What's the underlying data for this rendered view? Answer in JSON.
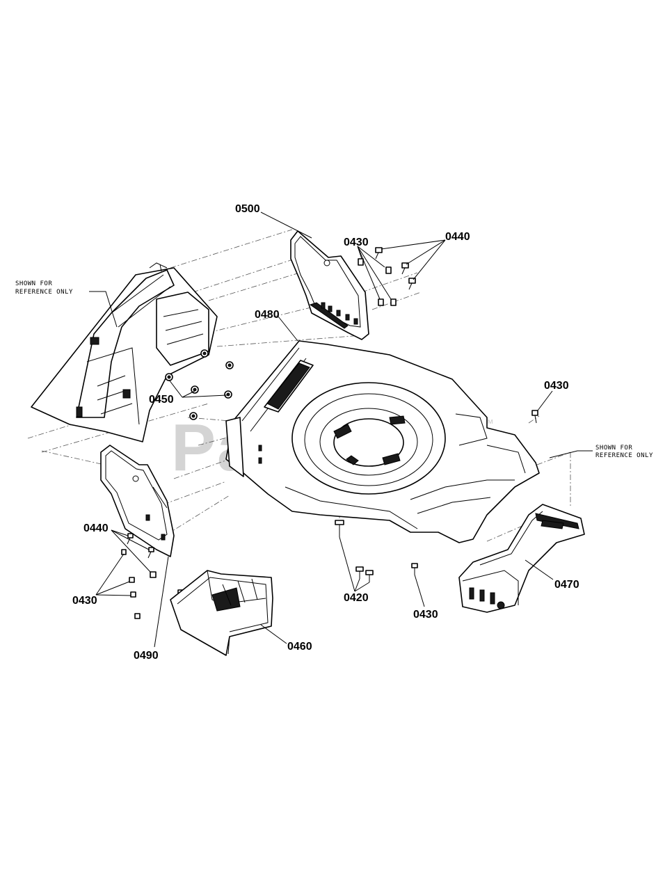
{
  "watermark": {
    "text": "PartsTree",
    "trademark": "™"
  },
  "notes": [
    {
      "line1": "SHOWN FOR",
      "line2": "REFERENCE ONLY"
    },
    {
      "line1": "SHOWN FOR",
      "line2": "REFERENCE ONLY"
    }
  ],
  "callouts": {
    "c0500": "0500",
    "c0430_top": "0430",
    "c0440_top": "0440",
    "c0480": "0480",
    "c0450": "0450",
    "c0430_right": "0430",
    "c0440_left": "0440",
    "c0430_left": "0430",
    "c0420": "0420",
    "c0430_bottom": "0430",
    "c0470": "0470",
    "c0490": "0490",
    "c0460": "0460"
  }
}
